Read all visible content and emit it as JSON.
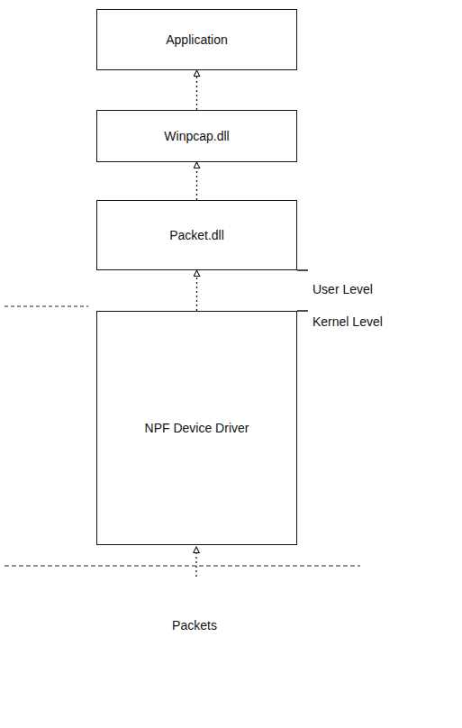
{
  "diagram": {
    "nodes": [
      {
        "text": [
          "Application"
        ]
      },
      {
        "text": [
          "Winpcap.dll"
        ]
      },
      {
        "text": [
          "Packet.dll"
        ]
      },
      {
        "text": [
          "NPF Device Driver"
        ]
      }
    ],
    "edges": [
      {
        "from": 1,
        "to": 0,
        "arrow": "to"
      },
      {
        "from": 2,
        "to": 1,
        "arrow": "to"
      },
      {
        "from": 3,
        "to": 2,
        "arrow": "to"
      }
    ],
    "labels": [
      "User Level",
      "Kernel Level",
      "Packets"
    ]
  }
}
